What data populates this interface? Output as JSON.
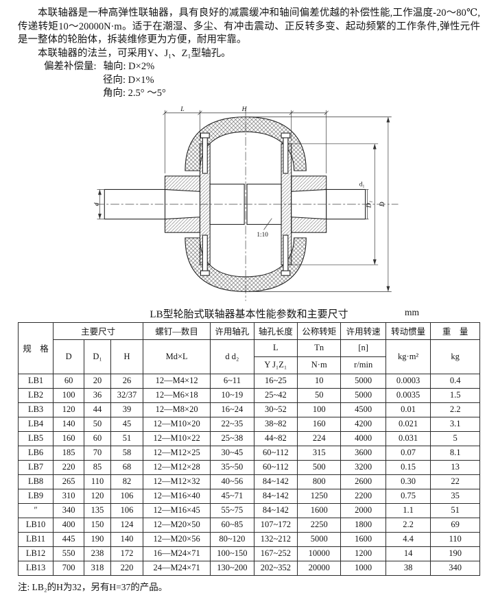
{
  "doc": {
    "para1": "本联轴器是一种高弹性联轴器，具有良好的减震缓冲和轴间偏差优越的补偿性能,工作温度-20～80℃,传递转矩10～20000N·m。适于在潮湿、多尘、有冲击震动、正反转多变、起动频繁的工作条件,弹性元件是一整体的轮胎体，拆装维修更为方便，耐用牢靠。",
    "para2": "本联轴器的法兰，可采用Y、J₁、Z₁型轴孔。",
    "comp_label": "偏差补偿量:",
    "comp_axial": "轴向: D×2%",
    "comp_radial": "径向: D×1%",
    "comp_angular": "角向: 2.5° ～5°"
  },
  "diagram": {
    "dim_L": "L",
    "dim_H": "H",
    "dim_d": "d",
    "dim_d1": "d₁",
    "dim_D1": "D₁",
    "dim_D": "D",
    "taper": "1:10"
  },
  "table": {
    "title": "LB型轮胎式联轴器基本性能参数和主要尺寸",
    "unit": "mm",
    "headers": {
      "spec": "规　格",
      "main_dims": "主要尺寸",
      "D": "D",
      "D1": "D₁",
      "H": "H",
      "screw": "螺钉—数目",
      "screw_sub": "Md×L",
      "bore": "许用轴孔",
      "bore_sub": "d  d₂",
      "bore_len": "轴孔长度",
      "bore_len_L": "L",
      "bore_len_types": "Y J₁Z₁",
      "torque": "公称转矩",
      "torque_Tn": "Tn",
      "torque_unit": "N·m",
      "speed": "许用转速",
      "speed_n": "[n]",
      "speed_unit": "r/min",
      "inertia": "转动惯量",
      "inertia_unit": "kg·m²",
      "weight": "重　量",
      "weight_unit": "kg"
    },
    "rows": [
      [
        "LB1",
        "60",
        "20",
        "26",
        "12—M4×12",
        "6~11",
        "16~25",
        "10",
        "5000",
        "0.0003",
        "0.4"
      ],
      [
        "LB2",
        "100",
        "36",
        "32/37",
        "12—M6×18",
        "10~19",
        "25~42",
        "50",
        "5000",
        "0.0035",
        "1.5"
      ],
      [
        "LB3",
        "120",
        "44",
        "39",
        "12—M8×20",
        "16~24",
        "30~52",
        "100",
        "4500",
        "0.01",
        "2.2"
      ],
      [
        "LB4",
        "140",
        "50",
        "45",
        "12—M10×20",
        "22~35",
        "38~82",
        "160",
        "4200",
        "0.021",
        "3.1"
      ],
      [
        "LB5",
        "160",
        "60",
        "51",
        "12—M10×22",
        "25~38",
        "44~82",
        "224",
        "4000",
        "0.031",
        "5"
      ],
      [
        "LB6",
        "185",
        "70",
        "58",
        "12—M12×25",
        "30~45",
        "60~112",
        "315",
        "3600",
        "0.07",
        "8.1"
      ],
      [
        "LB7",
        "220",
        "85",
        "68",
        "12—M12×28",
        "35~50",
        "60~112",
        "500",
        "3200",
        "0.15",
        "13"
      ],
      [
        "LB8",
        "265",
        "110",
        "82",
        "12—M12×32",
        "40~56",
        "84~142",
        "800",
        "2600",
        "0.30",
        "22"
      ],
      [
        "LB9",
        "310",
        "120",
        "106",
        "12—M16×40",
        "45~71",
        "84~142",
        "1250",
        "2200",
        "0.75",
        "35"
      ],
      [
        "″",
        "340",
        "135",
        "106",
        "12—M16×45",
        "55~75",
        "84~142",
        "1600",
        "2000",
        "1.1",
        "51"
      ],
      [
        "LB10",
        "400",
        "150",
        "124",
        "12—M20×50",
        "60~85",
        "107~172",
        "2250",
        "1800",
        "2.2",
        "69"
      ],
      [
        "LB11",
        "445",
        "190",
        "140",
        "12—M20×56",
        "80~120",
        "132~212",
        "5000",
        "1600",
        "4.4",
        "110"
      ],
      [
        "LB12",
        "550",
        "238",
        "172",
        "16—M24×71",
        "100~150",
        "167~252",
        "10000",
        "1200",
        "14",
        "190"
      ],
      [
        "LB13",
        "700",
        "318",
        "220",
        "24—M24×71",
        "130~200",
        "202~352",
        "20000",
        "1000",
        "38",
        "340"
      ]
    ]
  },
  "footnote": "注: LB₂的H为32，另有H=37的产品。"
}
